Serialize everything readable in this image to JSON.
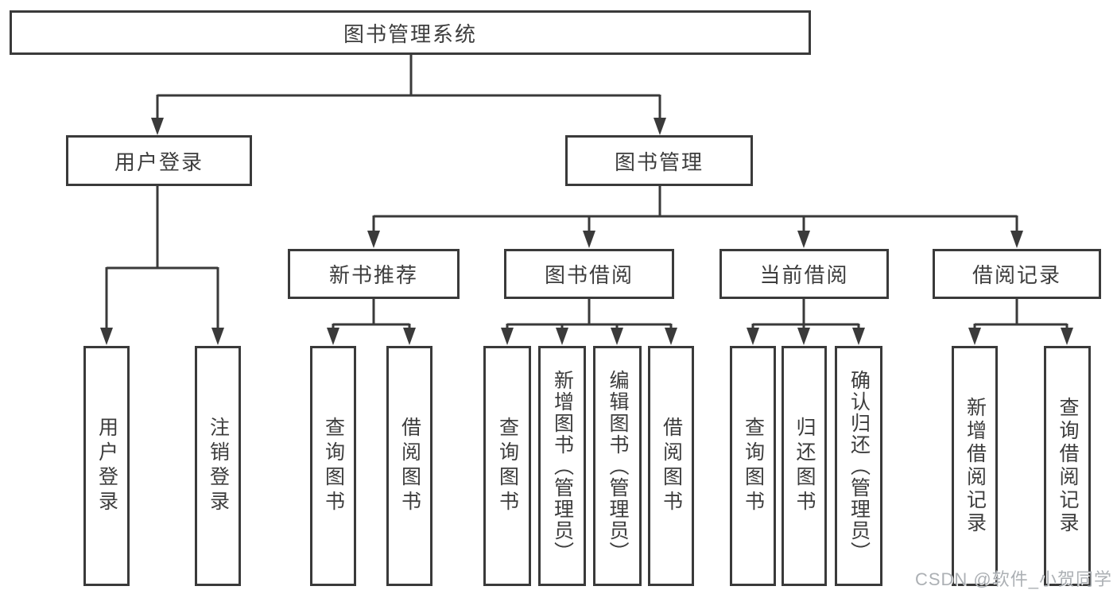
{
  "diagram": {
    "root": "图书管理系统",
    "level2": {
      "user_login": "用户登录",
      "book_mgmt": "图书管理"
    },
    "level3": {
      "new_books": "新书推荐",
      "borrowing": "图书借阅",
      "current": "当前借阅",
      "records": "借阅记录"
    },
    "leaves": {
      "user_login": "用户登录",
      "logout": "注销登录",
      "nb_query": "查询图书",
      "nb_borrow": "借阅图书",
      "bw_query": "查询图书",
      "bw_add": "新增图书（管理员）",
      "bw_edit": "编辑图书（管理员）",
      "bw_borrow": "借阅图书",
      "cur_query": "查询图书",
      "cur_return": "归还图书",
      "cur_confirm": "确认归还（管理员）",
      "rec_add": "新增借阅记录",
      "rec_query": "查询借阅记录"
    },
    "line_color": "#3a3a3a",
    "box_bg": "#ffffff"
  },
  "watermark": "CSDN @软件_小贺同学"
}
